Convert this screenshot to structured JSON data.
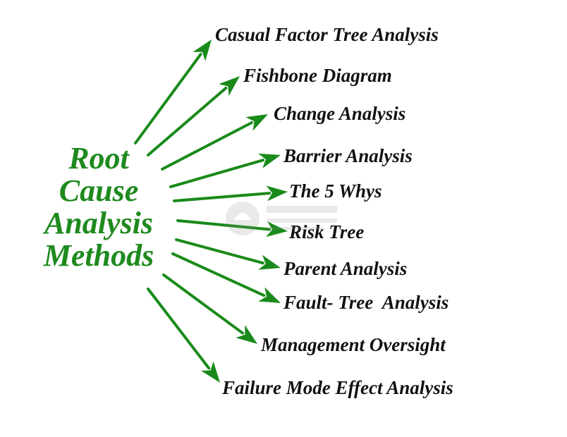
{
  "center": {
    "lines": [
      "Root",
      "Cause",
      "Analysis",
      "Methods"
    ],
    "color": "#1e8a1e"
  },
  "arrow_color": "#1a8a1a",
  "methods": [
    "Casual Factor Tree Analysis",
    "Fishbone Diagram",
    "Change Analysis",
    "Barrier Analysis",
    "The 5 Whys",
    "Risk Tree",
    "Parent Analysis",
    "Fault- Tree  Analysis",
    "Management Oversight",
    "Failure Mode Effect Analysis"
  ]
}
